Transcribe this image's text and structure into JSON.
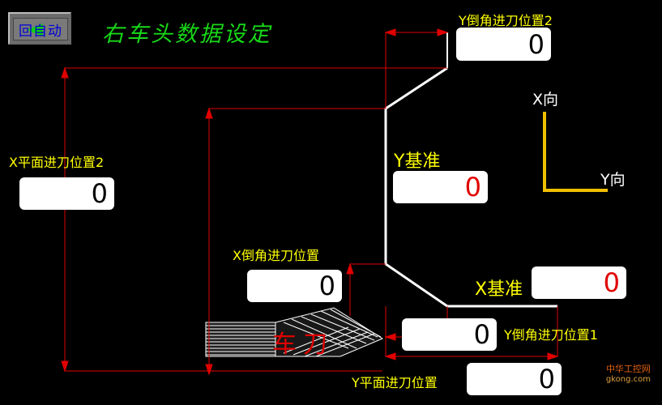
{
  "header": {
    "back_button": "回自动",
    "title": "右车头数据设定"
  },
  "labels": {
    "y_chamfer_2": "Y倒角进刀位置2",
    "x_plane_2": "X平面进刀位置2",
    "y_base": "Y基准",
    "x_chamfer": "X倒角进刀位置",
    "x_base": "X基准",
    "y_chamfer_1": "Y倒角进刀位置1",
    "y_plane": "Y平面进刀位置",
    "x_dir": "X向",
    "y_dir": "Y向",
    "tool": "车刀"
  },
  "fields": {
    "y_chamfer_2": "0",
    "x_plane_2": "0",
    "y_base": "0",
    "x_chamfer": "0",
    "x_base": "0",
    "y_chamfer_1": "0",
    "y_plane": "0"
  },
  "watermark": {
    "line1": "中华工控网",
    "line2": "gkong.com"
  },
  "colors": {
    "background": "#000000",
    "title": "#18d818",
    "label": "#ffff00",
    "dimension_line": "#e00000",
    "axis": "#f0c000",
    "profile": "#ffffff"
  }
}
